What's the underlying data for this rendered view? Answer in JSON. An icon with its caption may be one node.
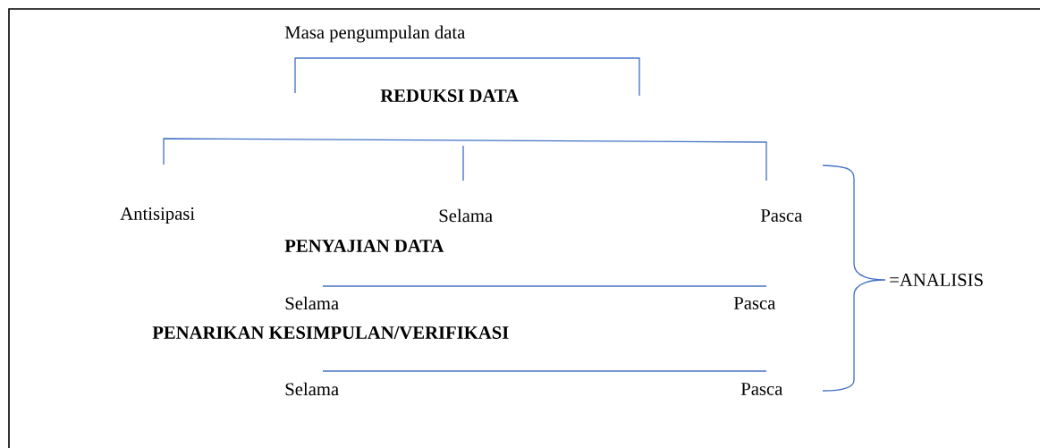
{
  "diagram": {
    "labels": [
      "Masa pengumpulan data",
      "REDUKSI DATA",
      "Antisipasi",
      "Selama",
      "Pasca",
      "PENYAJIAN DATA",
      "Selama",
      "Pasca",
      "PENARIKAN KESIMPULAN/VERIFIKASI",
      "Selama",
      "Pasca",
      "=ANALISIS"
    ]
  }
}
